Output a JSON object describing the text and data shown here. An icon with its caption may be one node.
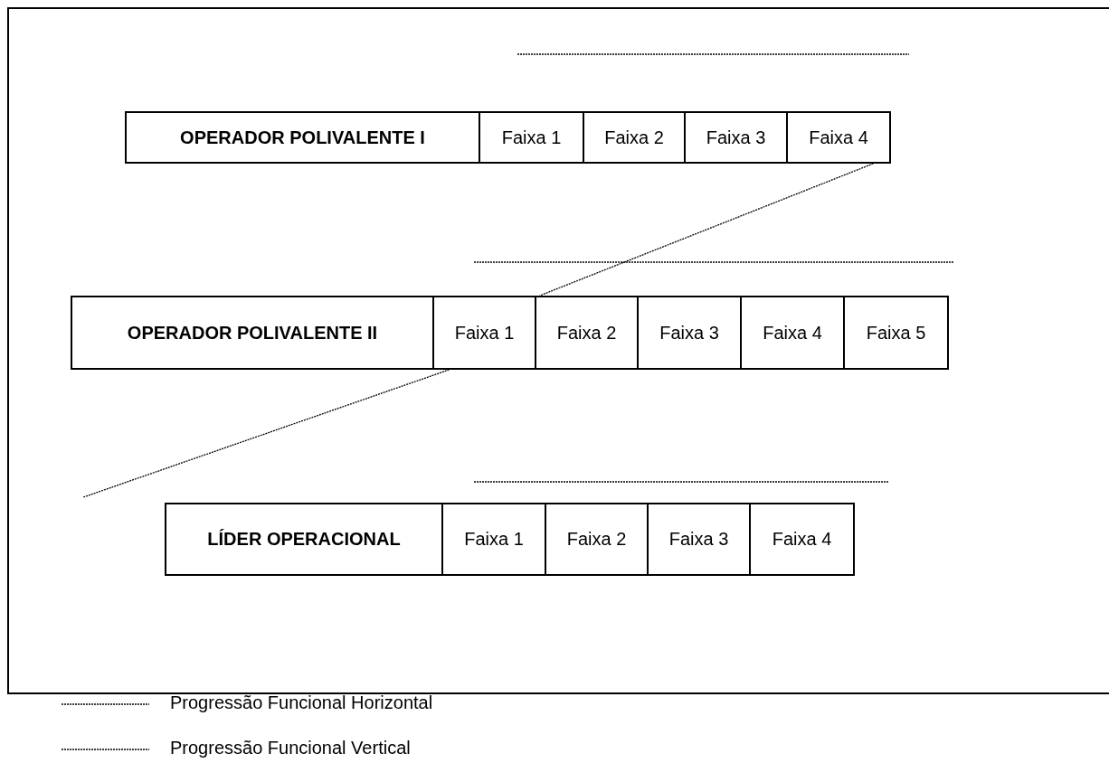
{
  "diagram": {
    "nodes": [
      {
        "text": [
          "OPERADOR POLIVALENTE I"
        ]
      },
      {
        "text": [
          "Faixa 1"
        ]
      },
      {
        "text": [
          "Faixa 2"
        ]
      },
      {
        "text": [
          "Faixa 3"
        ]
      },
      {
        "text": [
          "Faixa 4"
        ]
      },
      {
        "text": [
          "OPERADOR POLIVALENTE II"
        ]
      },
      {
        "text": [
          "Faixa 1"
        ]
      },
      {
        "text": [
          "Faixa 2"
        ]
      },
      {
        "text": [
          "Faixa 3"
        ]
      },
      {
        "text": [
          "Faixa 4"
        ]
      },
      {
        "text": [
          "Faixa 5"
        ]
      },
      {
        "text": [
          "LÍDER OPERACIONAL"
        ]
      },
      {
        "text": [
          "Faixa 1"
        ]
      },
      {
        "text": [
          "Faixa 2"
        ]
      },
      {
        "text": [
          "Faixa 3"
        ]
      },
      {
        "text": [
          "Faixa 4"
        ]
      }
    ],
    "edges": [
      {
        "from": 4,
        "to": 7,
        "arrow": "none"
      },
      {
        "from": 6,
        "to": null,
        "arrow": "none"
      }
    ],
    "legend": [
      {
        "text": "Progressão Funcional Horizontal"
      },
      {
        "text": "Progressão Funcional Vertical"
      }
    ]
  }
}
